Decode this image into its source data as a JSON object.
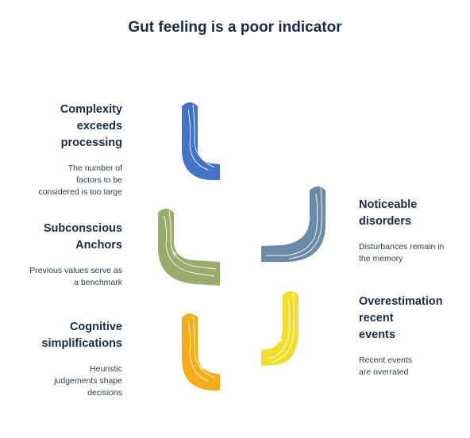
{
  "title": "Gut feeling is a poor indicator",
  "items": [
    {
      "heading": "Complexity\nexceeds\nprocessing",
      "description": "The number of\nfactors to be\nconsidered is too large",
      "color": "#4472c4"
    },
    {
      "heading": "Subconscious\nAnchors",
      "description": "Previous values serve as\na benchmark",
      "color": "#9aab6e"
    },
    {
      "heading": "Cognitive\nsimplifications",
      "description": "Heuristic\njudgements shape\ndecisions",
      "color": "#f5ac19"
    },
    {
      "heading": "Noticeable\ndisorders",
      "description": "Disturbances remain in\nthe memory",
      "color": "#6b8aa8"
    },
    {
      "heading": "Overestimation\nrecent\nevents",
      "description": "Recent events\nare overrated",
      "color": "#f2dc2c"
    }
  ]
}
